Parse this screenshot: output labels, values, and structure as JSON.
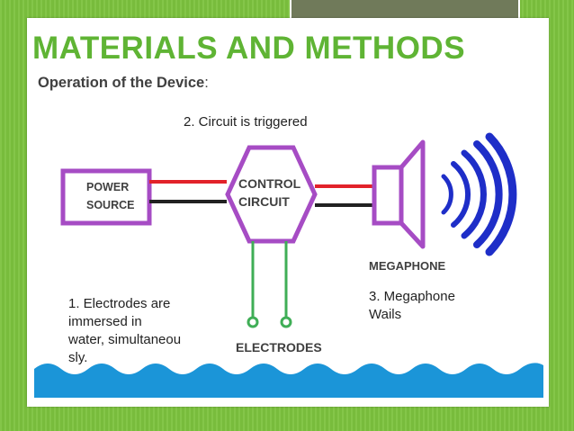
{
  "title": "MATERIALS AND METHODS",
  "subtitle": {
    "bold": "Operation of the Device",
    "tail": ":"
  },
  "diagram": {
    "power_source": [
      "POWER",
      "SOURCE"
    ],
    "control_circuit": [
      "CONTROL",
      "CIRCUIT"
    ],
    "megaphone": "MEGAPHONE",
    "electrodes": "ELECTRODES"
  },
  "captions": {
    "step2": "2. Circuit is triggered",
    "step1": [
      "1. Electrodes are",
      "immersed in",
      "water, simultaneou",
      "sly."
    ],
    "step3": [
      "3. Megaphone",
      "Wails"
    ]
  },
  "colors": {
    "background_green": "#7cc23e",
    "title_green": "#5fb434",
    "box_purple": "#a64cc4",
    "wire_red": "#e2222a",
    "wire_black": "#222222",
    "electrode_green": "#3fae56",
    "sound_wave_blue": "#1e2ec8",
    "water_blue": "#1b95d8"
  }
}
